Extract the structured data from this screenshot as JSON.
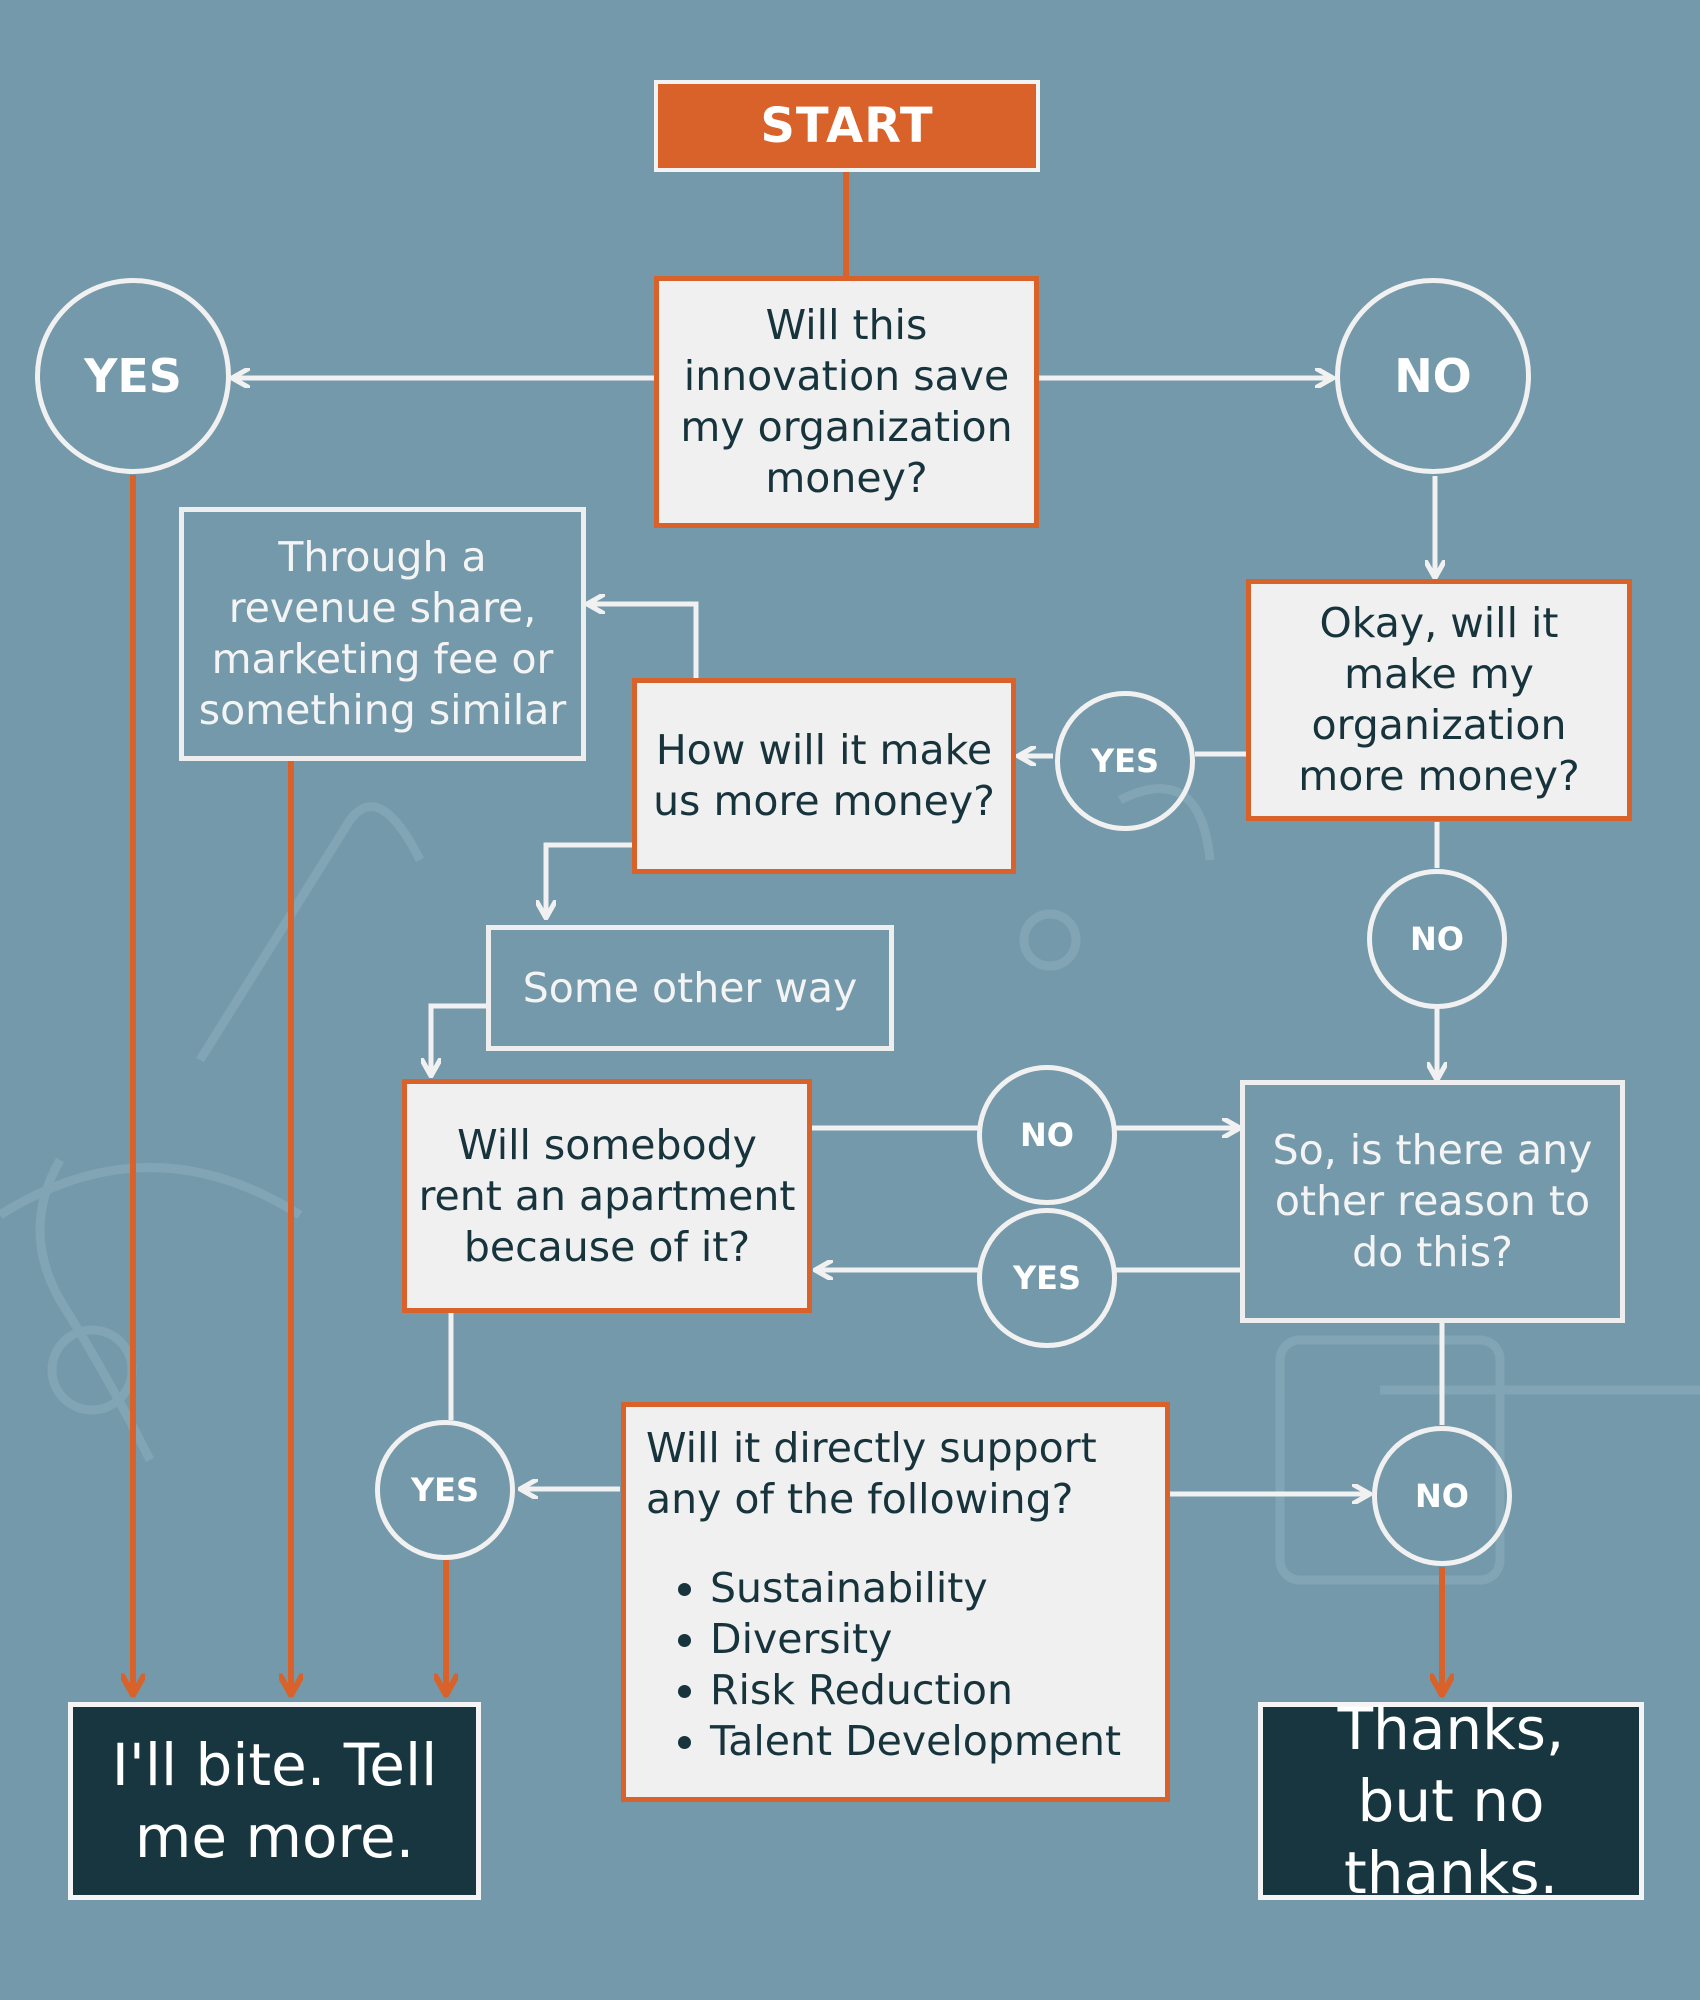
{
  "colors": {
    "background": "#7499aa",
    "accent_orange": "#d9612a",
    "question_fill": "#f0f0f0",
    "terminal_fill": "#18363f",
    "connector_white": "#f1f1f1"
  },
  "nodes": {
    "start": "START",
    "q_save_money": "Will this innovation save my organization money?",
    "q_make_money": "Okay, will it make my organization more money?",
    "q_how_money": "How will it make us more money?",
    "info_revenue_share": "Through a revenue share, marketing fee or something similar",
    "info_other_way": "Some other way",
    "q_rent_apartment": "Will somebody rent an apartment because of it?",
    "q_other_reason": "So, is there any other reason to do this?",
    "q_support": {
      "lead": "Will it directly support any of the following?",
      "items": [
        "Sustainability",
        "Diversity",
        "Risk Reduction",
        "Talent Development"
      ]
    },
    "end_yes": "I'll bite. Tell me more.",
    "end_no": "Thanks, but no thanks."
  },
  "answers": {
    "save_yes": "YES",
    "save_no": "NO",
    "make_yes": "YES",
    "make_no": "NO",
    "rent_no": "NO",
    "reason_yes": "YES",
    "support_yes": "YES",
    "support_no": "NO"
  }
}
